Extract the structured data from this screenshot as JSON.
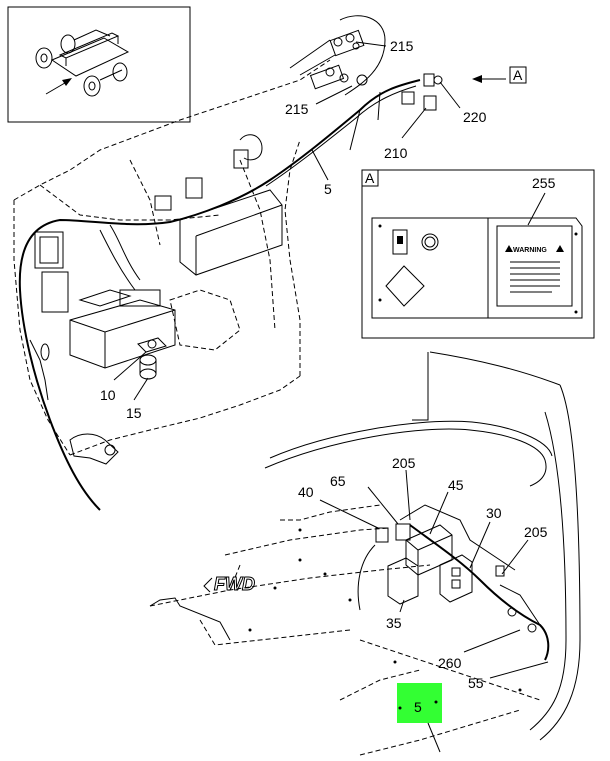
{
  "callouts": {
    "c215a": "215",
    "c215b": "215",
    "c220": "220",
    "c210": "210",
    "c5a": "5",
    "c255": "255",
    "c10": "10",
    "c15": "15",
    "c205a": "205",
    "c65": "65",
    "c45": "45",
    "c40": "40",
    "c30": "30",
    "c205b": "205",
    "c35": "35",
    "c260": "260",
    "c55": "55",
    "c5b": "5"
  },
  "view_ref": {
    "arrow_label": "A",
    "detail_label": "A"
  },
  "warning_label": "WARNING",
  "fwd_label": "FWD",
  "colors": {
    "highlight": "#33ff33",
    "line": "#000000",
    "background": "#ffffff"
  }
}
